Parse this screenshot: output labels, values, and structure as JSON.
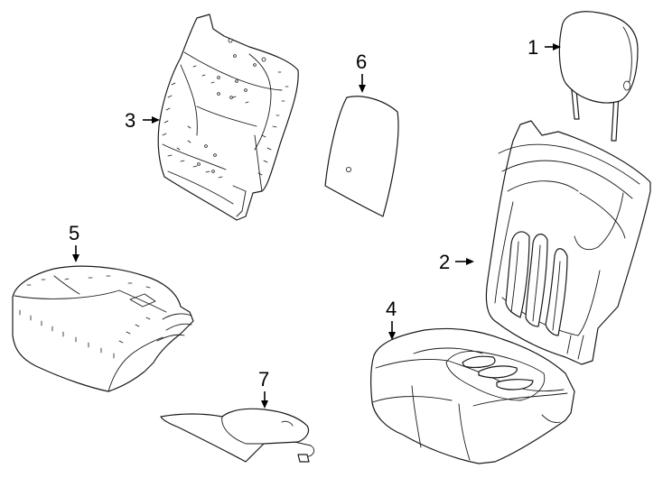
{
  "diagram": {
    "callouts": [
      {
        "id": "1",
        "part": "headrest"
      },
      {
        "id": "2",
        "part": "seat-back-cover"
      },
      {
        "id": "3",
        "part": "seat-back-pad"
      },
      {
        "id": "4",
        "part": "seat-cushion-cover"
      },
      {
        "id": "5",
        "part": "seat-cushion-pad"
      },
      {
        "id": "6",
        "part": "back-panel"
      },
      {
        "id": "7",
        "part": "cushion-panel"
      }
    ],
    "colors": {
      "line": "#1a1a1a",
      "background": "#ffffff"
    }
  }
}
